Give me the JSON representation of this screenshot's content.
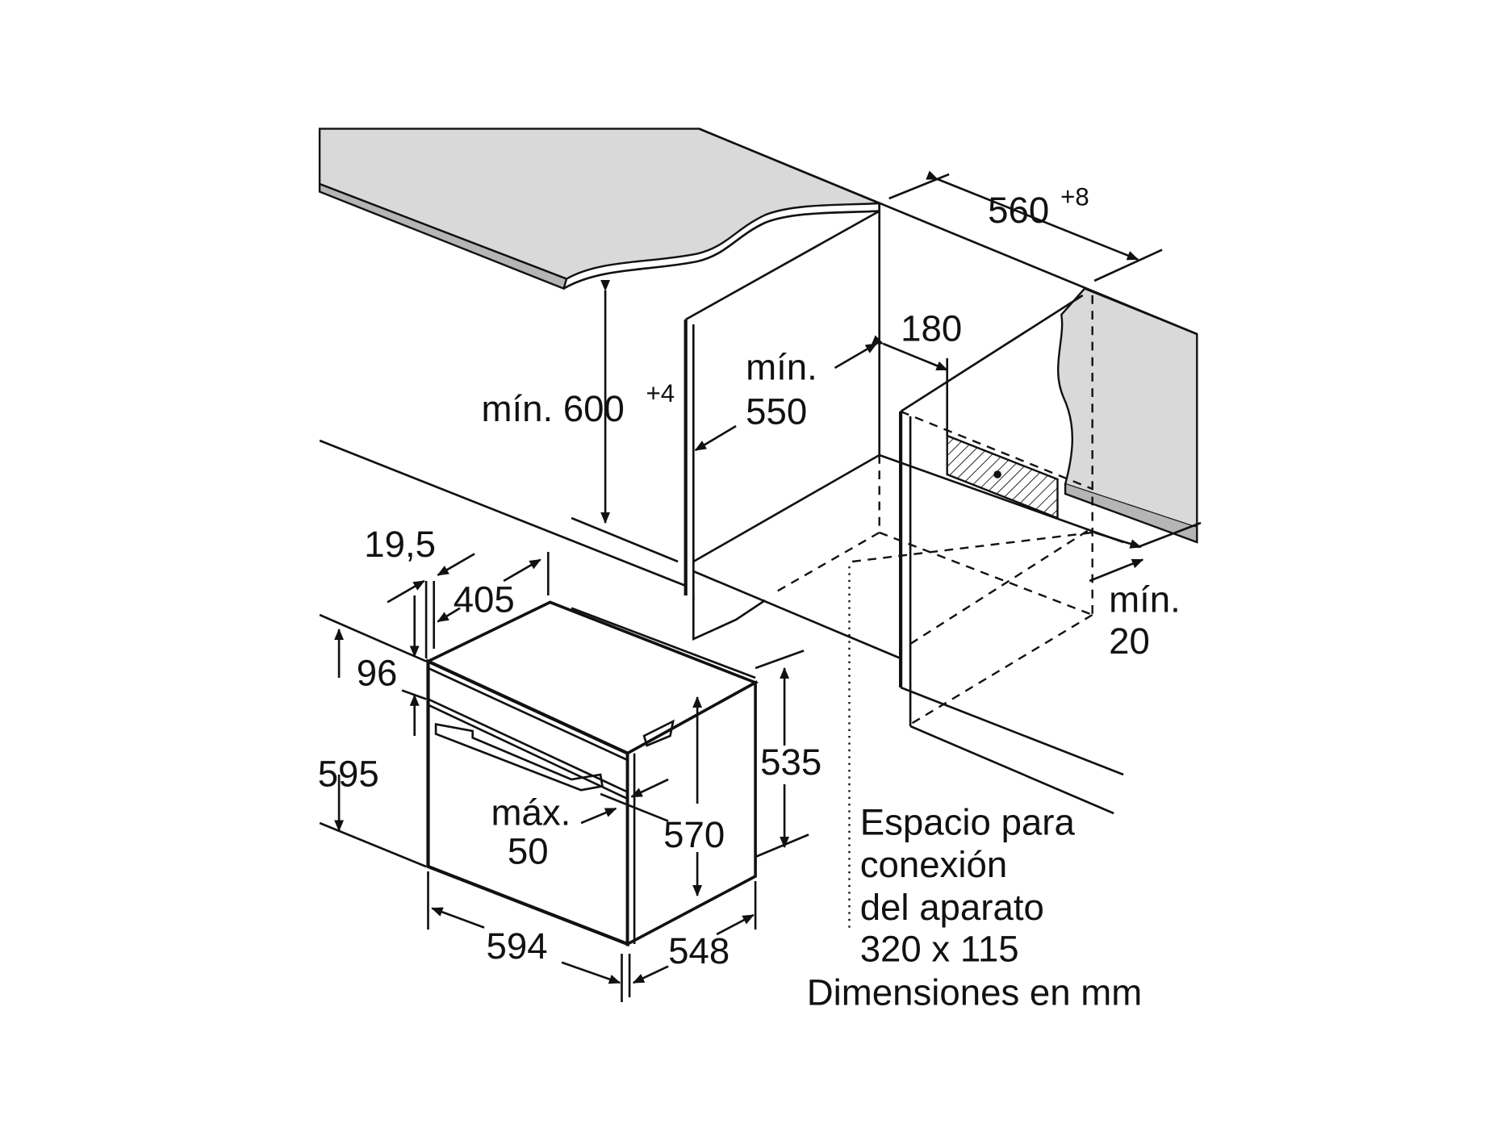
{
  "diagram": {
    "labels": {
      "width_niche": "560",
      "width_niche_tol": "+8",
      "depth_180": "180",
      "min_label_550": "mín.",
      "depth_550": "550",
      "height_niche": "mín. 600",
      "height_niche_tol": "+4",
      "dim_19_5": "19,5",
      "dim_405": "405",
      "dim_96": "96",
      "dim_595": "595",
      "max_label": "máx.",
      "dim_50": "50",
      "dim_570": "570",
      "dim_535": "535",
      "dim_594": "594",
      "dim_548": "548",
      "min_label_20": "mín.",
      "dim_20": "20"
    },
    "notes": {
      "line1": "Espacio para",
      "line2": "conexión",
      "line3": "del aparato",
      "line4": "320 x 115",
      "units": "Dimensiones en mm"
    }
  }
}
